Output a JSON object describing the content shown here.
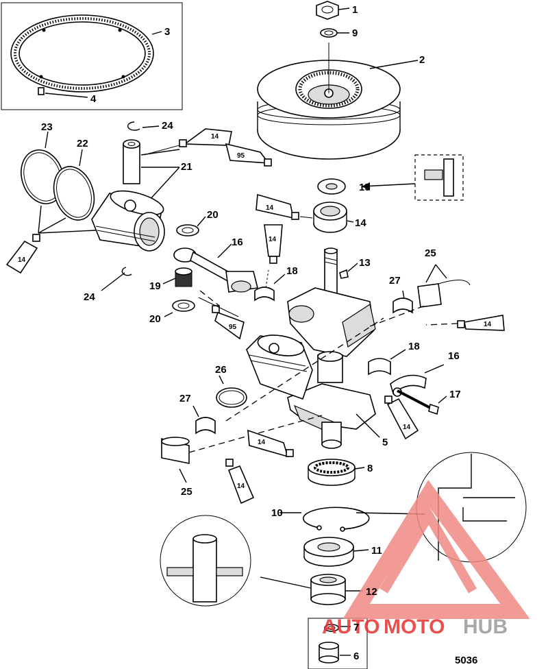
{
  "diagram": {
    "callouts": [
      "1",
      "2",
      "3",
      "4",
      "5",
      "6",
      "7",
      "8",
      "9",
      "10",
      "11",
      "12",
      "13",
      "14",
      "15",
      "16",
      "17",
      "18",
      "19",
      "20",
      "21",
      "22",
      "23",
      "24",
      "25",
      "26",
      "27"
    ],
    "lubricant_codes": [
      "14",
      "95"
    ],
    "figure_number": "5036"
  },
  "watermark": {
    "auto": "AUTO",
    "moto": "MOTO",
    "hub": "HUB",
    "colors": {
      "red": "#e8312f",
      "gray": "#9a9a9a",
      "triangle": "#f08a84"
    }
  }
}
